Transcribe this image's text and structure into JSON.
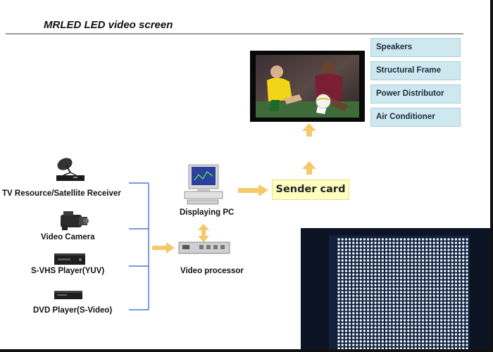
{
  "title": "MRLED LED video screen",
  "side_boxes": [
    "Speakers",
    "Structural Frame",
    "Power Distributor",
    "Air Conditioner"
  ],
  "sources": [
    {
      "label": "TV Resource/Satellite Receiver",
      "icon": "satellite-receiver-icon"
    },
    {
      "label": "Video Camera",
      "icon": "video-camera-icon"
    },
    {
      "label": "S-VHS Player(YUV)",
      "icon": "svhs-player-icon"
    },
    {
      "label": "DVD Player(S-Video)",
      "icon": "dvd-player-icon"
    }
  ],
  "displaying_pc": "Displaying PC",
  "video_processor": "Video processor",
  "sender_card": "Sender card",
  "colors": {
    "arrow": "#f5c86a",
    "connector": "#4a78d8",
    "side_box": "#cde8ef",
    "sender_box": "#ffffc2"
  }
}
